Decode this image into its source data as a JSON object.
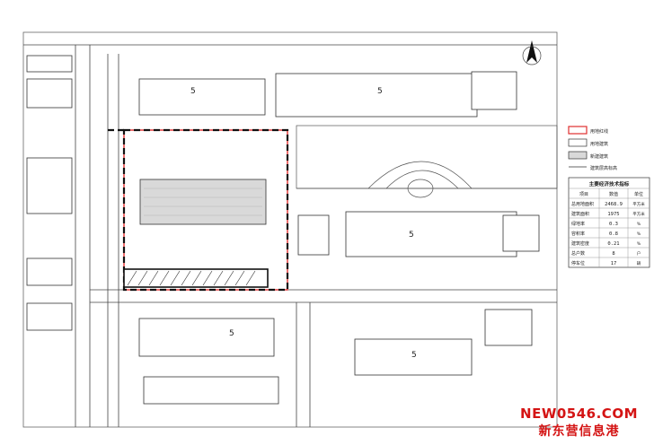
{
  "plan": {
    "block_label_5": "5",
    "numbers": [
      "5",
      "5",
      "5",
      "5",
      "5"
    ]
  },
  "legend": {
    "items": [
      "用地红线",
      "用地建筑",
      "新建建筑",
      "建筑层高标高"
    ]
  },
  "indicators": {
    "title": "主要经济技术指标",
    "headers": [
      "项目",
      "数值",
      "单位"
    ],
    "rows": [
      [
        "总用地面积",
        "2468.9",
        "平方米"
      ],
      [
        "建筑面积",
        "1975",
        "平方米"
      ],
      [
        "绿地率",
        "0.3",
        "%"
      ],
      [
        "容积率",
        "0.8",
        "%"
      ],
      [
        "建筑密度",
        "0.21",
        "%"
      ],
      [
        "总户数",
        "8",
        "户"
      ],
      [
        "停车位",
        "17",
        "辆"
      ]
    ]
  },
  "watermark": {
    "top": "NEW0546.COM",
    "bottom": "新东营信息港"
  }
}
